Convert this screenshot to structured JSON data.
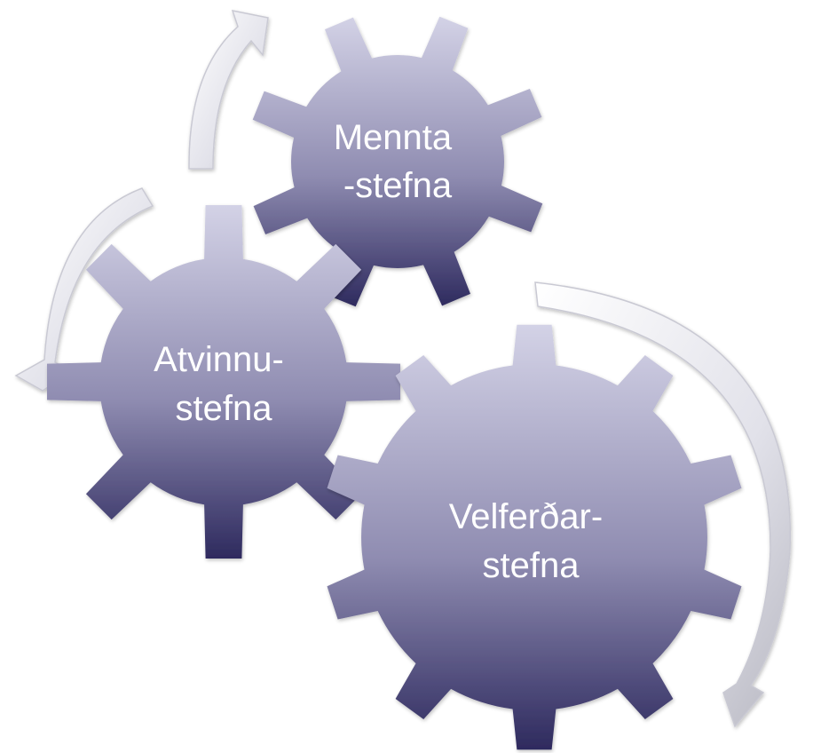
{
  "gears": [
    {
      "id": "mennta",
      "lines": [
        "Mennta",
        "-stefna"
      ]
    },
    {
      "id": "atvinnu",
      "lines": [
        "Atvinnu-",
        "stefna"
      ]
    },
    {
      "id": "velferdar",
      "lines": [
        "Velferðar-",
        "stefna"
      ]
    }
  ],
  "colors": {
    "gear_light": "#cfcee2",
    "gear_mid": "#8f8cb1",
    "gear_dark": "#2e2a5e",
    "arrow_light": "#ffffff",
    "arrow_dark": "#b8b8c2"
  }
}
